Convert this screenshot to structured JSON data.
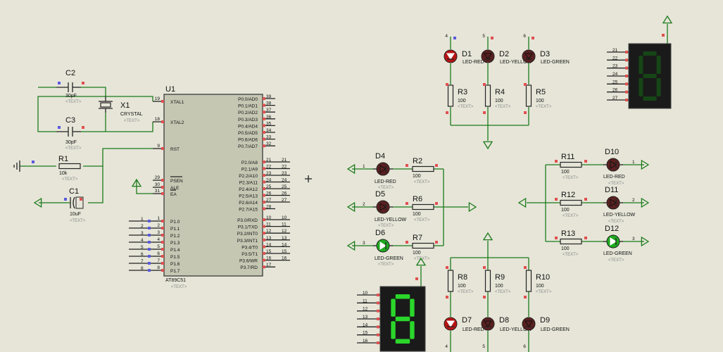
{
  "chip": {
    "ref": "U1",
    "part": "AT89C51",
    "text": "<TEXT>",
    "left_pins": [
      {
        "num": "19",
        "name": "XTAL1"
      },
      {
        "num": "18",
        "name": "XTAL2"
      },
      {
        "num": "9",
        "name": "RST"
      },
      {
        "num": "29",
        "name": "PSEN"
      },
      {
        "num": "30",
        "name": "ALE"
      },
      {
        "num": "31",
        "name": "EA"
      },
      {
        "num": "1",
        "name": "P1.0"
      },
      {
        "num": "2",
        "name": "P1.1"
      },
      {
        "num": "3",
        "name": "P1.2"
      },
      {
        "num": "4",
        "name": "P1.3"
      },
      {
        "num": "5",
        "name": "P1.4"
      },
      {
        "num": "6",
        "name": "P1.5"
      },
      {
        "num": "7",
        "name": "P1.6"
      },
      {
        "num": "8",
        "name": "P1.7"
      }
    ],
    "right_pins": [
      {
        "num": "39",
        "name": "P0.0/AD0"
      },
      {
        "num": "38",
        "name": "P0.1/AD1"
      },
      {
        "num": "37",
        "name": "P0.2/AD2"
      },
      {
        "num": "36",
        "name": "P0.3/AD3"
      },
      {
        "num": "35",
        "name": "P0.4/AD4"
      },
      {
        "num": "34",
        "name": "P0.5/AD5"
      },
      {
        "num": "33",
        "name": "P0.6/AD6"
      },
      {
        "num": "32",
        "name": "P0.7/AD7"
      },
      {
        "num": "21",
        "name": "P2.0/A8"
      },
      {
        "num": "22",
        "name": "P2.1/A9"
      },
      {
        "num": "23",
        "name": "P2.2/A10"
      },
      {
        "num": "24",
        "name": "P2.3/A11"
      },
      {
        "num": "25",
        "name": "P2.4/A12"
      },
      {
        "num": "26",
        "name": "P2.5/A13"
      },
      {
        "num": "27",
        "name": "P2.6/A14"
      },
      {
        "num": "28",
        "name": "P2.7/A15"
      },
      {
        "num": "10",
        "name": "P3.0/RXD"
      },
      {
        "num": "11",
        "name": "P3.1/TXD"
      },
      {
        "num": "12",
        "name": "P3.2/INT0"
      },
      {
        "num": "13",
        "name": "P3.3/INT1"
      },
      {
        "num": "14",
        "name": "P3.4/T0"
      },
      {
        "num": "15",
        "name": "P3.5/T1"
      },
      {
        "num": "16",
        "name": "P3.6/WR"
      },
      {
        "num": "17",
        "name": "P3.7/RD"
      }
    ],
    "left_port_labels": [
      "1",
      "2",
      "3",
      "4",
      "5",
      "6",
      "7",
      "8"
    ],
    "p2_bus_labels": [
      "21",
      "22",
      "23",
      "24",
      "25",
      "26",
      "27"
    ],
    "p3_bus_labels": [
      "10",
      "11",
      "12",
      "13",
      "14",
      "15",
      "16"
    ]
  },
  "c2": {
    "ref": "C2",
    "value": "30pF",
    "text": "<TEXT>"
  },
  "c3": {
    "ref": "C3",
    "value": "30pF",
    "text": "<TEXT>"
  },
  "x1": {
    "ref": "X1",
    "value": "CRYSTAL",
    "text": "<TEXT>"
  },
  "r1": {
    "ref": "R1",
    "value": "10k",
    "text": "<TEXT>"
  },
  "c1": {
    "ref": "C1",
    "value": "10uF",
    "text": "<TEXT>"
  },
  "top_group": {
    "leds": [
      {
        "ref": "D1",
        "value": "LED-RED",
        "pin": "4",
        "color": "#b81414",
        "lit": true
      },
      {
        "ref": "D2",
        "value": "LED-YELLOW",
        "pin": "5",
        "color": "#5a2020",
        "lit": false
      },
      {
        "ref": "D3",
        "value": "LED-GREEN",
        "pin": "6",
        "color": "#5a2020",
        "lit": false
      }
    ],
    "resistors": [
      {
        "ref": "R3",
        "value": "100",
        "text": "<TEXT>"
      },
      {
        "ref": "R4",
        "value": "100",
        "text": "<TEXT>"
      },
      {
        "ref": "R5",
        "value": "100",
        "text": "<TEXT>"
      }
    ]
  },
  "left_group": {
    "leds": [
      {
        "ref": "D4",
        "value": "LED-RED",
        "pin": "1",
        "color": "#5a2020",
        "lit": false
      },
      {
        "ref": "D5",
        "value": "LED-YELLOW",
        "pin": "2",
        "color": "#5a2020",
        "lit": false
      },
      {
        "ref": "D6",
        "value": "LED-GREEN",
        "pin": "3",
        "color": "#1faa1f",
        "lit": true
      }
    ],
    "resistors": [
      {
        "ref": "R2",
        "value": "100",
        "text": "<TEXT>"
      },
      {
        "ref": "R6",
        "value": "100",
        "text": "<TEXT>"
      },
      {
        "ref": "R7",
        "value": "100",
        "text": "<TEXT>"
      }
    ]
  },
  "right_group": {
    "leds": [
      {
        "ref": "D10",
        "value": "LED-RED",
        "pin": "1",
        "color": "#5a2020",
        "lit": false
      },
      {
        "ref": "D11",
        "value": "LED-YELLOW",
        "pin": "2",
        "color": "#5a2020",
        "lit": false
      },
      {
        "ref": "D12",
        "value": "LED-GREEN",
        "pin": "3",
        "color": "#1faa1f",
        "lit": true
      }
    ],
    "resistors": [
      {
        "ref": "R11",
        "value": "100",
        "text": "<TEXT>"
      },
      {
        "ref": "R12",
        "value": "100",
        "text": "<TEXT>"
      },
      {
        "ref": "R13",
        "value": "100",
        "text": "<TEXT>"
      }
    ]
  },
  "bottom_group": {
    "leds": [
      {
        "ref": "D7",
        "value": "LED-RED",
        "pin": "4",
        "color": "#b81414",
        "lit": true
      },
      {
        "ref": "D8",
        "value": "LED-YELLOW",
        "pin": "5",
        "color": "#5a2020",
        "lit": false
      },
      {
        "ref": "D9",
        "value": "LED-GREEN",
        "pin": "6",
        "color": "#5a2020",
        "lit": false
      }
    ],
    "resistors": [
      {
        "ref": "R8",
        "value": "100",
        "text": "<TEXT>"
      },
      {
        "ref": "R9",
        "value": "100",
        "text": "<TEXT>"
      },
      {
        "ref": "R10",
        "value": "100",
        "text": "<TEXT>"
      }
    ]
  },
  "display_top": {
    "digit": "8",
    "pins": [
      "21",
      "22",
      "23",
      "24",
      "25",
      "26",
      "27"
    ],
    "color": "#1a5a1a",
    "lit": false
  },
  "display_bottom": {
    "digit": "8",
    "pins": [
      "10",
      "11",
      "12",
      "13",
      "14",
      "15",
      "16"
    ],
    "color": "#2bd62b",
    "lit": true
  },
  "colors": {
    "wire": "#1b7a1b",
    "background": "#e6e5d8",
    "chip_body": "#c5c7b3",
    "pin_marker": "#e05050"
  }
}
